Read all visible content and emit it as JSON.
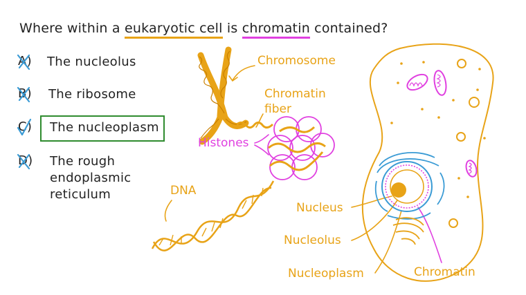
{
  "question": {
    "prefix": "Where within a ",
    "term1": "eukaryotic cell",
    "middle": " is ",
    "term2": "chromatin",
    "suffix": " contained?"
  },
  "options": [
    {
      "letter": "A)",
      "text": "The nucleolus",
      "status": "crossed"
    },
    {
      "letter": "B)",
      "text": "The ribosome",
      "status": "crossed"
    },
    {
      "letter": "C)",
      "text": "The nucleoplasm",
      "status": "correct"
    },
    {
      "letter": "D)",
      "text_lines": [
        "The rough",
        "endoplasmic",
        "reticulum"
      ],
      "status": "crossed"
    }
  ],
  "labels": {
    "chromosome": "Chromosome",
    "chromatin_fiber_1": "Chromatin",
    "chromatin_fiber_2": "fiber",
    "histones": "Histones",
    "dna": "DNA",
    "nucleus": "Nucleus",
    "nucleolus": "Nucleolus",
    "nucleoplasm": "Nucleoplasm",
    "chromatin": "Chromatin"
  },
  "colors": {
    "orange": "#e8a317",
    "magenta": "#e040e0",
    "blue": "#3a9bd5",
    "green": "#2e8b2e"
  }
}
